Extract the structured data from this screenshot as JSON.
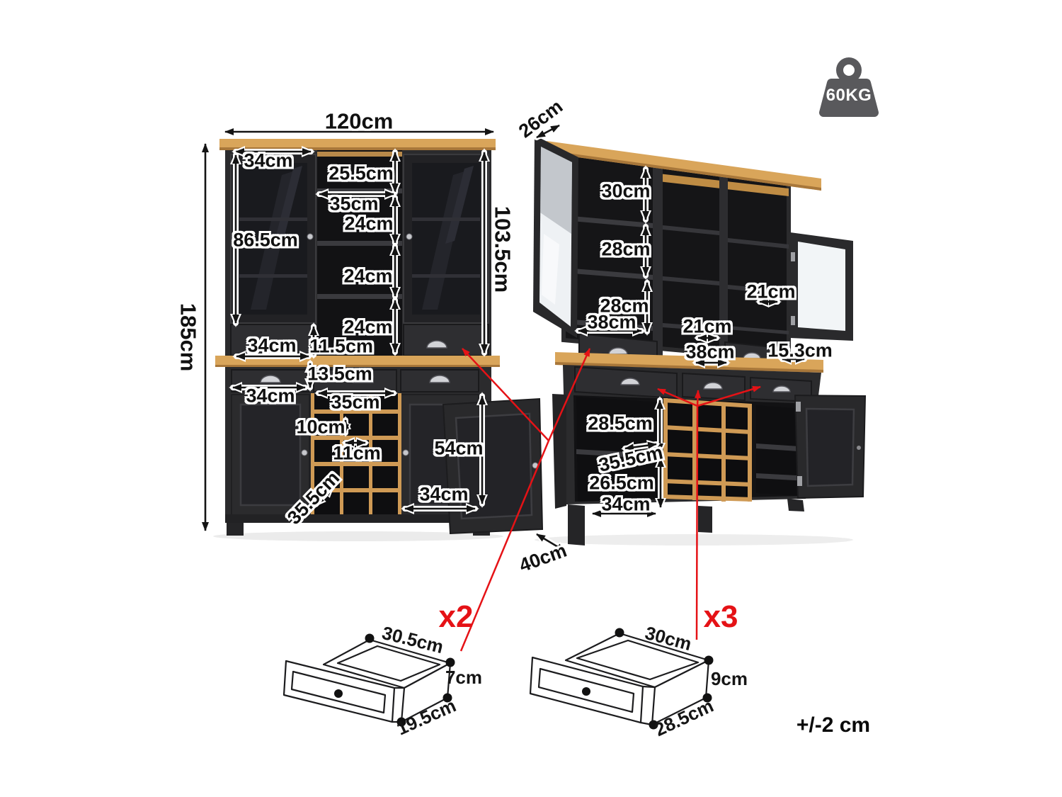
{
  "page": {
    "description": "Buffet hutch cabinet dimension diagram, front view and angled open view"
  },
  "front_view": {
    "overall_width": "120cm",
    "overall_height": "185cm",
    "hutch_height": "103.5cm",
    "glass_door_width": "34cm",
    "glass_door_height": "86.5cm",
    "top_opening_height": "25.5cm",
    "middle_shelf_width": "35cm",
    "shelf_gap_1": "24cm",
    "shelf_gap_2": "24cm",
    "shelf_gap_3": "24cm",
    "hutch_drawer_width": "34cm",
    "hutch_drawer_height": "11.5cm",
    "base_drawer_height": "13.5cm",
    "base_drawer_width": "34cm",
    "wine_rack_width": "35cm",
    "wine_cubby_height": "10cm",
    "wine_cubby_width": "11cm",
    "wine_rack_depth": "35.5cm",
    "base_door_height": "54cm",
    "base_door_width": "34cm"
  },
  "angled_view": {
    "hutch_depth": "26cm",
    "top_shelf_height": "30cm",
    "shelf_height_1": "28cm",
    "shelf_height_2": "28cm",
    "left_compartment_width": "38cm",
    "hutch_drawer_depth": "21cm",
    "middle_compartment_width": "38cm",
    "side_shelf_depth": "21cm",
    "hutch_drawer_side_width": "15.3cm",
    "upper_compartment_height": "28.5cm",
    "base_interior_depth": "35.5cm",
    "lower_compartment_height": "26.5cm",
    "base_compartment_width": "34cm",
    "base_depth": "40cm"
  },
  "small_drawer": {
    "count_label": "x2",
    "width": "30.5cm",
    "height": "7cm",
    "depth": "19.5cm"
  },
  "large_drawer": {
    "count_label": "x3",
    "width": "30cm",
    "height": "9cm",
    "depth": "28.5cm"
  },
  "weight_capacity": "60KG",
  "tolerance_note": "+/-2 cm",
  "colors": {
    "cabinet_body": "#2b2b2d",
    "wood": "#d9a55a",
    "annotation_red": "#e51216",
    "icon_gray": "#59595c"
  }
}
